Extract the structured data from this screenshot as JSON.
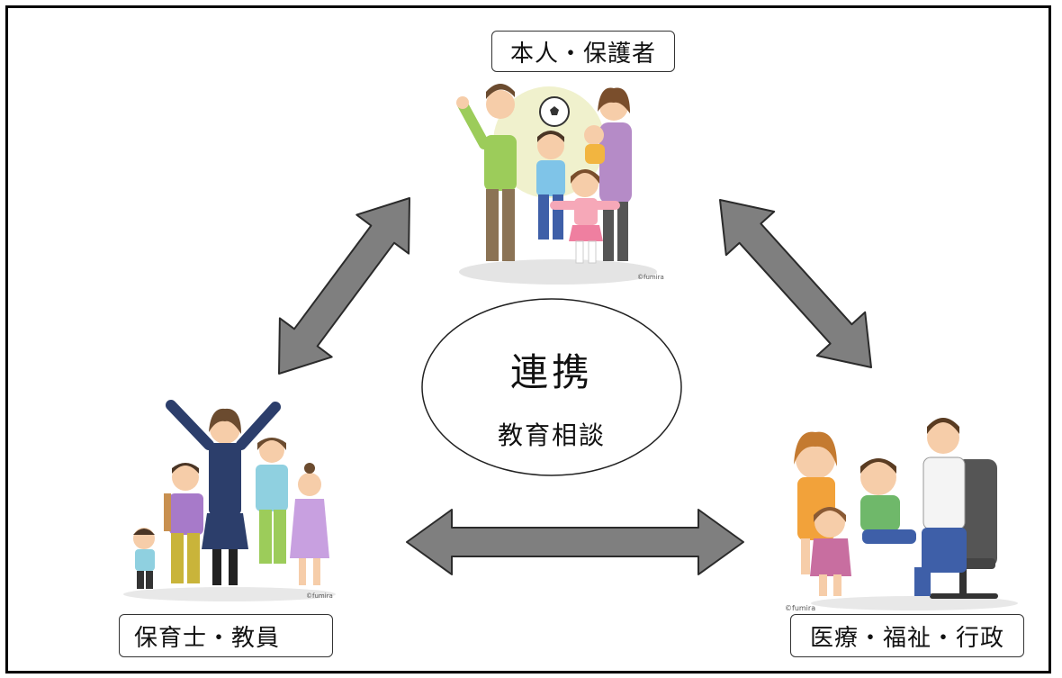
{
  "labels": {
    "top": "本人・保護者",
    "left": "保育士・教員",
    "right": "医療・福祉・行政"
  },
  "center": {
    "title": "連携",
    "subtitle": "教育相談"
  },
  "illustrations": {
    "top": "family-illustration",
    "left": "school-illustration",
    "right": "medical-illustration",
    "credit": "©fumira"
  },
  "colors": {
    "arrow_fill": "#7f7f7f",
    "arrow_stroke": "#2b2b2b",
    "frame": "#000000"
  }
}
